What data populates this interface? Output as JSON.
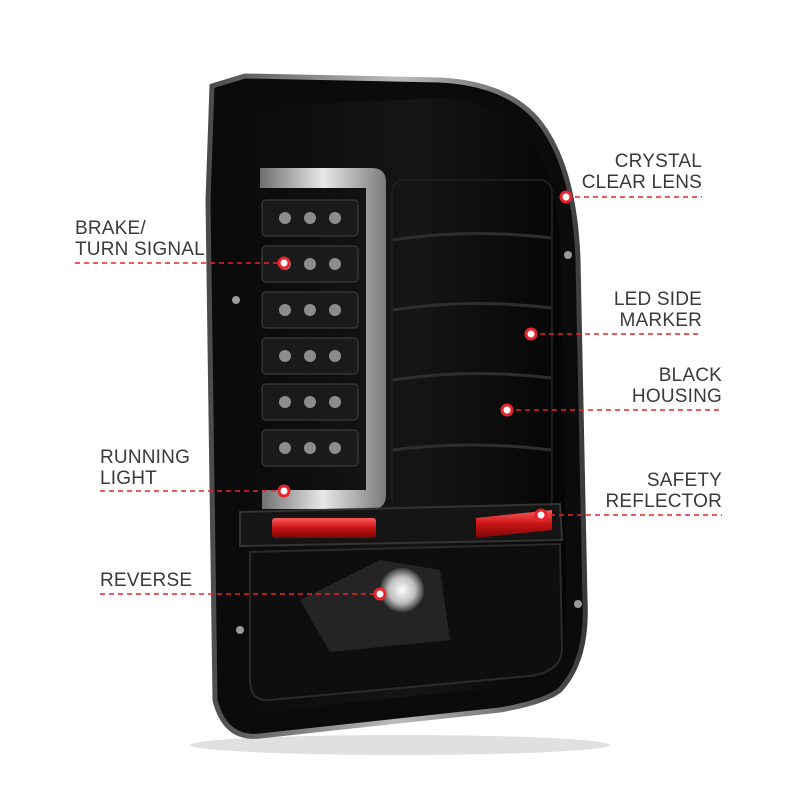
{
  "accent_color": "#e8242c",
  "callouts": {
    "brake_turn": {
      "line1": "BRAKE/",
      "line2": "TURN SIGNAL"
    },
    "running_light": {
      "line1": "RUNNING",
      "line2": "LIGHT"
    },
    "reverse": {
      "line1": "REVERSE"
    },
    "crystal_lens": {
      "line1": "CRYSTAL",
      "line2": "CLEAR LENS"
    },
    "led_side_marker": {
      "line1": "LED SIDE",
      "line2": "MARKER"
    },
    "black_housing": {
      "line1": "BLACK",
      "line2": "HOUSING"
    },
    "safety_reflector": {
      "line1": "SAFETY",
      "line2": "REFLECTOR"
    }
  }
}
